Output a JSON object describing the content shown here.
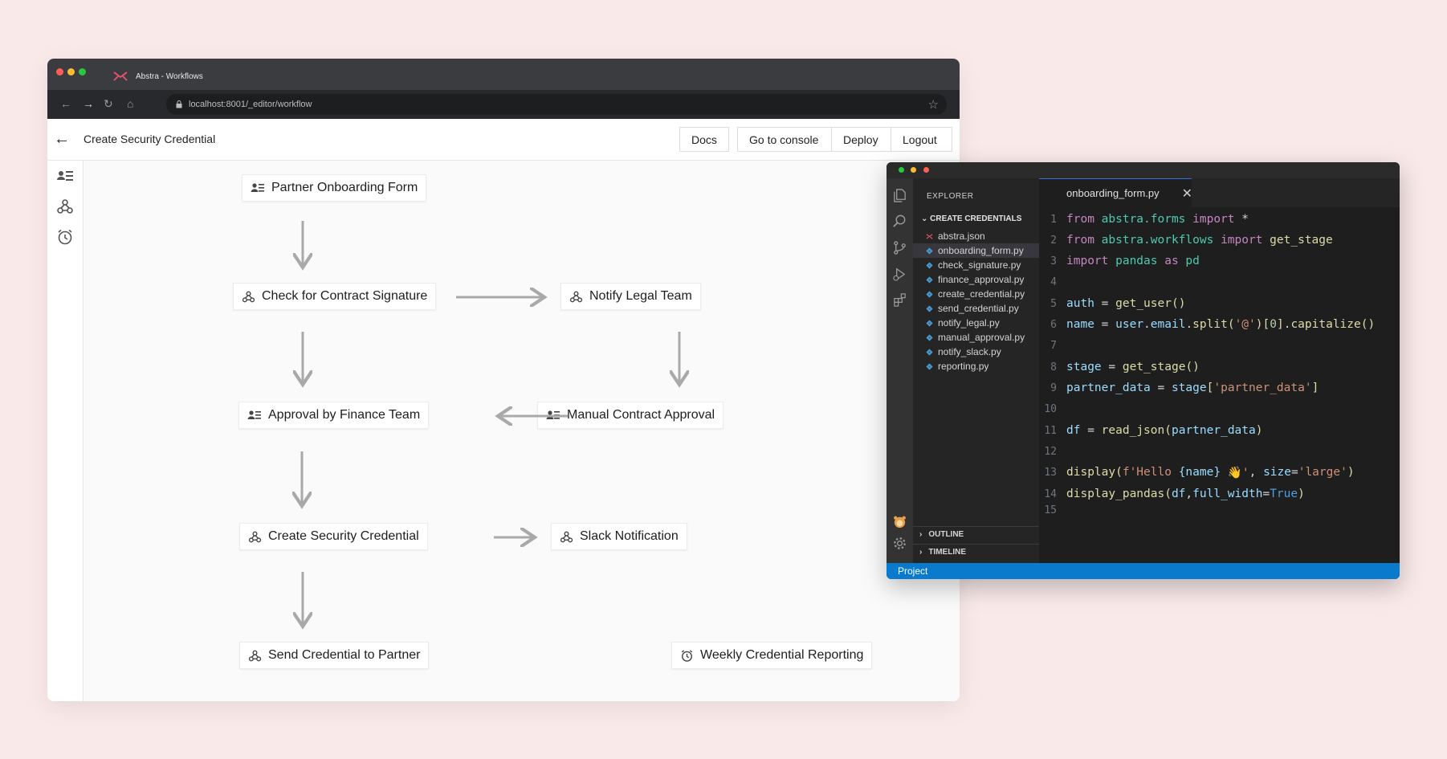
{
  "browser": {
    "tab_title": "Abstra - Workflows",
    "url": "localhost:8001/_editor/workflow",
    "colors": {
      "close": "#ff5f57",
      "minimize": "#febc2e",
      "maximize": "#28c840",
      "logo": "#e5556b"
    }
  },
  "app": {
    "page_title": "Create Security Credential",
    "buttons": {
      "docs": "Docs",
      "console": "Go to console",
      "deploy": "Deploy",
      "logout": "Logout"
    },
    "sidebar": [
      "forms-icon",
      "hooks-icon",
      "jobs-icon"
    ]
  },
  "workflow": {
    "nodes": {
      "partner_form": "Partner Onboarding Form",
      "check_signature": "Check for Contract Signature",
      "notify_legal": "Notify Legal Team",
      "finance_approval": "Approval by Finance Team",
      "manual_approval": "Manual Contract Approval",
      "create_credential": "Create Security Credential",
      "slack": "Slack Notification",
      "send_credential": "Send Credential to Partner",
      "weekly_report": "Weekly Credential Reporting"
    }
  },
  "editor": {
    "explorer_title": "EXPLORER",
    "project": "CREATE CREDENTIALS",
    "files": [
      "abstra.json",
      "onboarding_form.py",
      "check_signature.py",
      "finance_approval.py",
      "create_credential.py",
      "send_credential.py",
      "notify_legal.py",
      "manual_approval.py",
      "notify_slack.py",
      "reporting.py"
    ],
    "active_file": "onboarding_form.py",
    "sections": {
      "outline": "OUTLINE",
      "timeline": "TIMELINE"
    },
    "tab": "onboarding_form.py",
    "status": "Project",
    "line_numbers": [
      "1",
      "2",
      "3",
      "4",
      "5",
      "6",
      "7",
      "8",
      "9",
      "10",
      "11",
      "12",
      "13",
      "14",
      "15"
    ],
    "code": {
      "l1": [
        "from",
        " abstra.forms ",
        "import",
        " *"
      ],
      "l2": [
        "from",
        " abstra.workflows ",
        "import",
        " get_stage"
      ],
      "l3": [
        "import",
        " pandas ",
        "as",
        " pd"
      ],
      "l5": [
        "auth",
        " = ",
        "get_user",
        "()"
      ],
      "l6": [
        "name",
        " = ",
        "user",
        ".",
        "email",
        ".",
        "split",
        "(",
        "'@'",
        ")[",
        "0",
        "].",
        "capitalize",
        "()"
      ],
      "l8": [
        "stage",
        " = ",
        "get_stage",
        "()"
      ],
      "l9": [
        "partner_data",
        " = ",
        "stage",
        "[",
        "'partner_data'",
        "]"
      ],
      "l11": [
        "df",
        " = ",
        "read_json",
        "(",
        "partner_data",
        ")"
      ],
      "l13": [
        "display",
        "(",
        "f'Hello ",
        "{name}",
        " 👋'",
        ", ",
        "size",
        "=",
        "'large'",
        ")"
      ],
      "l14": [
        "display_pandas",
        "(",
        "df",
        ",",
        "full_width",
        "=",
        "True",
        ")"
      ]
    }
  }
}
